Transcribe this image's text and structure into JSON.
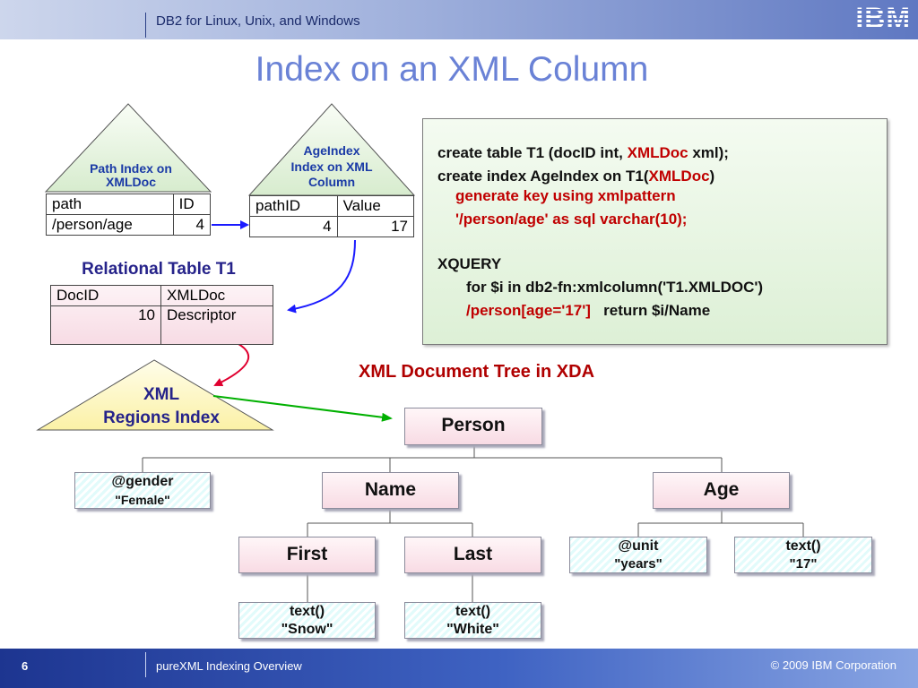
{
  "header": {
    "product": "DB2 for Linux, Unix, and Windows",
    "logo_text": "IBM"
  },
  "title": "Index on an XML Column",
  "path_index": {
    "caption": [
      "Path Index on",
      "XMLDoc"
    ],
    "columns": [
      "path",
      "ID"
    ],
    "rows": [
      [
        "/person/age",
        "4"
      ]
    ]
  },
  "age_index": {
    "caption": [
      "AgeIndex",
      "Index on XML",
      "Column"
    ],
    "columns": [
      "pathID",
      "Value"
    ],
    "rows": [
      [
        "4",
        "17"
      ]
    ]
  },
  "relational_table": {
    "title": "Relational Table T1",
    "columns": [
      "DocID",
      "XMLDoc"
    ],
    "rows": [
      [
        "10",
        "Descriptor"
      ]
    ]
  },
  "regions_index": {
    "label": [
      "XML",
      "Regions Index"
    ]
  },
  "code": {
    "line1": {
      "a": "create table T1 (docID int, ",
      "b": "XMLDoc",
      "c": " xml);"
    },
    "line2": {
      "a": "create index AgeIndex on T1(",
      "b": "XMLDoc",
      "c": ")"
    },
    "line3": "generate key using xmlpattern",
    "line4": "'/person/age' as sql varchar(10);",
    "line5": "XQUERY",
    "line6": "for $i in db2-fn:xmlcolumn('T1.XMLDOC')",
    "line7": {
      "a": "/person[age='17']",
      "b": "return $i/Name"
    }
  },
  "xml_tree": {
    "title": "XML Document Tree in XDA",
    "person": "Person",
    "gender": {
      "name": "@gender",
      "value": "\"Female\""
    },
    "name": "Name",
    "age": "Age",
    "first": "First",
    "last": "Last",
    "unit": {
      "name": "@unit",
      "value": "\"years\""
    },
    "age_text": {
      "name": "text()",
      "value": "\"17\""
    },
    "first_text": {
      "name": "text()",
      "value": "\"Snow\""
    },
    "last_text": {
      "name": "text()",
      "value": "\"White\""
    }
  },
  "footer": {
    "page": "6",
    "title": "pureXML Indexing Overview",
    "copyright": "© 2009 IBM Corporation"
  },
  "colors": {
    "title": "#6a82d6",
    "code_red": "#c00000",
    "caption_blue": "#1a3aa6",
    "arrow_blue": "#1a1aff",
    "arrow_green": "#00b000",
    "arrow_red": "#e00030"
  }
}
